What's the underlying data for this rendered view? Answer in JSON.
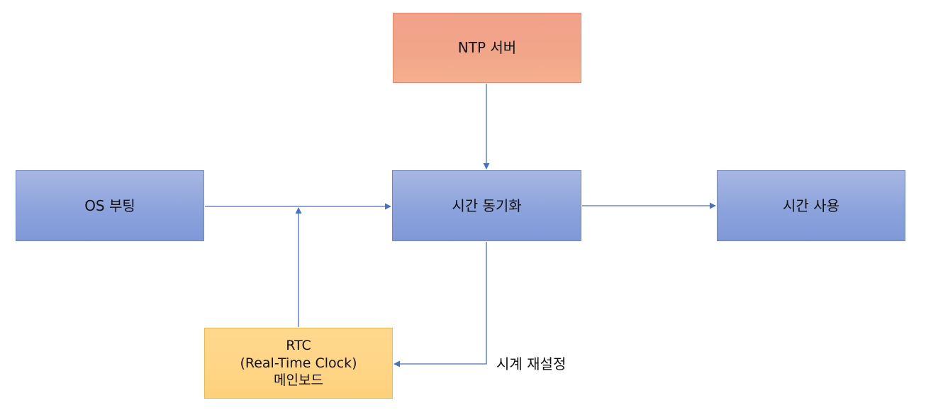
{
  "nodes": {
    "ntp": {
      "label": "NTP 서버"
    },
    "os_boot": {
      "label": "OS 부팅"
    },
    "time_sync": {
      "label": "시간 동기화"
    },
    "time_use": {
      "label": "시간 사용"
    },
    "rtc": {
      "lines": [
        "RTC",
        "(Real-Time Clock)",
        "메인보드"
      ]
    }
  },
  "edges": {
    "clock_reset_label": "시계 재설정"
  },
  "colors": {
    "process_box": "#8ca3dc",
    "server_box": "#f2a689",
    "hardware_box": "#ffd585",
    "connector": "#4472c4"
  }
}
